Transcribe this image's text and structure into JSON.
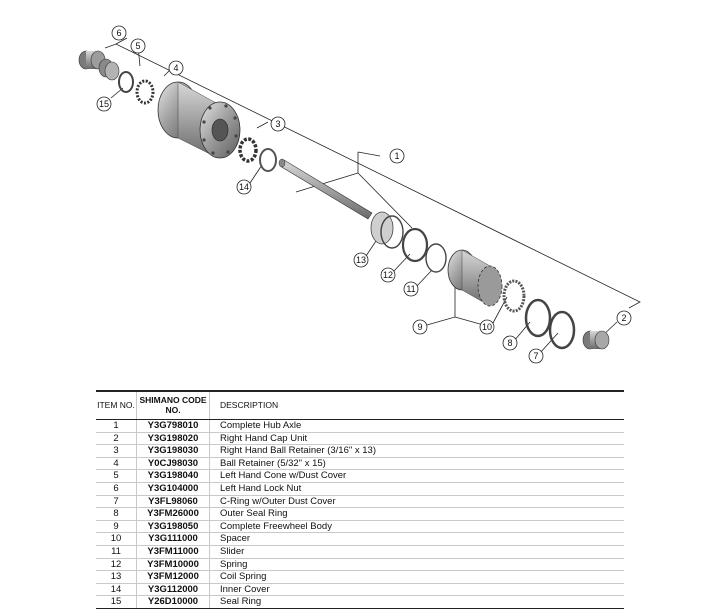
{
  "callouts": [
    "1",
    "2",
    "3",
    "4",
    "5",
    "6",
    "7",
    "8",
    "9",
    "10",
    "11",
    "12",
    "13",
    "14",
    "15"
  ],
  "table": {
    "headers": {
      "item": "ITEM NO.",
      "code": "SHIMANO CODE NO.",
      "description": "DESCRIPTION"
    },
    "rows": [
      {
        "item": "1",
        "code": "Y3G798010",
        "description": "Complete Hub Axle"
      },
      {
        "item": "2",
        "code": "Y3G198020",
        "description": "Right Hand Cap Unit"
      },
      {
        "item": "3",
        "code": "Y3G198030",
        "description": "Right Hand Ball Retainer (3/16\" x 13)"
      },
      {
        "item": "4",
        "code": "Y0CJ98030",
        "description": "Ball Retainer (5/32\" x 15)"
      },
      {
        "item": "5",
        "code": "Y3G198040",
        "description": "Left Hand Cone w/Dust Cover"
      },
      {
        "item": "6",
        "code": "Y3G104000",
        "description": "Left Hand Lock Nut"
      },
      {
        "item": "7",
        "code": "Y3FL98060",
        "description": "C-Ring w/Outer Dust Cover"
      },
      {
        "item": "8",
        "code": "Y3FM26000",
        "description": "Outer Seal Ring"
      },
      {
        "item": "9",
        "code": "Y3G198050",
        "description": "Complete Freewheel Body"
      },
      {
        "item": "10",
        "code": "Y3G111000",
        "description": "Spacer"
      },
      {
        "item": "11",
        "code": "Y3FM11000",
        "description": "Slider"
      },
      {
        "item": "12",
        "code": "Y3FM10000",
        "description": "Spring"
      },
      {
        "item": "13",
        "code": "Y3FM12000",
        "description": "Coil Spring"
      },
      {
        "item": "14",
        "code": "Y3G112000",
        "description": "Inner Cover"
      },
      {
        "item": "15",
        "code": "Y26D10000",
        "description": "Seal Ring"
      }
    ]
  }
}
